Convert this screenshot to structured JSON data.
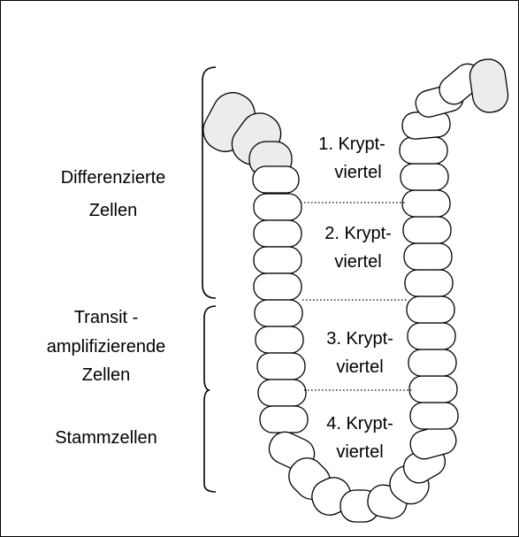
{
  "groups": {
    "differentiated": [
      "Differenzierte",
      "Zellen"
    ],
    "transit": [
      "Transit -",
      "amplifizierende",
      "Zellen"
    ],
    "stem": [
      "Stammzellen"
    ]
  },
  "quarters": [
    [
      "1. Krypt-",
      "viertel"
    ],
    [
      "2. Krypt-",
      "viertel"
    ],
    [
      "3. Krypt-",
      "viertel"
    ],
    [
      "4. Krypt-",
      "viertel"
    ]
  ]
}
